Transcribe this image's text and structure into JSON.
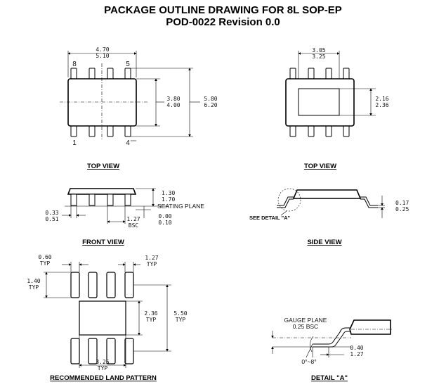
{
  "header": {
    "title": "PACKAGE OUTLINE DRAWING FOR 8L SOP-EP",
    "subtitle": "POD-0022 Revision 0.0"
  },
  "top_view_left": {
    "caption": "TOP VIEW",
    "width_min": "4.70",
    "width_max": "5.10",
    "body_min": "3.80",
    "body_max": "4.00",
    "overall_min": "5.80",
    "overall_max": "6.20",
    "pin_8": "8",
    "pin_5": "5",
    "pin_1": "1",
    "pin_4": "4"
  },
  "top_view_right": {
    "caption": "TOP VIEW",
    "pad_w_min": "3.05",
    "pad_w_max": "3.25",
    "pad_h_min": "2.16",
    "pad_h_max": "2.36"
  },
  "front_view": {
    "caption": "FRONT VIEW",
    "height_min": "1.30",
    "height_max": "1.70",
    "seating_plane": "SEATING PLANE",
    "lead_w_min": "0.33",
    "lead_w_max": "0.51",
    "pitch": "1.27",
    "pitch_note": "BSC",
    "standoff_min": "0.00",
    "standoff_max": "0.10"
  },
  "side_view": {
    "caption": "SIDE VIEW",
    "detail_note": "SEE DETAIL \"A\"",
    "lead_t_min": "0.17",
    "lead_t_max": "0.25"
  },
  "land_pattern": {
    "caption": "RECOMMENDED LAND PATTERN",
    "pad_w": "0.60",
    "pad_w_note": "TYP",
    "pitch": "1.27",
    "pitch_note": "TYP",
    "pad_l": "1.40",
    "pad_l_note": "TYP",
    "ep_h": "2.36",
    "ep_h_note": "TYP",
    "span": "5.50",
    "span_note": "TYP",
    "ep_w": "3.25",
    "ep_w_note": "TYP"
  },
  "detail_a": {
    "caption": "DETAIL \"A\"",
    "gauge_plane": "GAUGE PLANE",
    "gauge_dim": "0.25 BSC",
    "angle": "0°~8°",
    "foot_min": "0.40",
    "foot_max": "1.27"
  }
}
